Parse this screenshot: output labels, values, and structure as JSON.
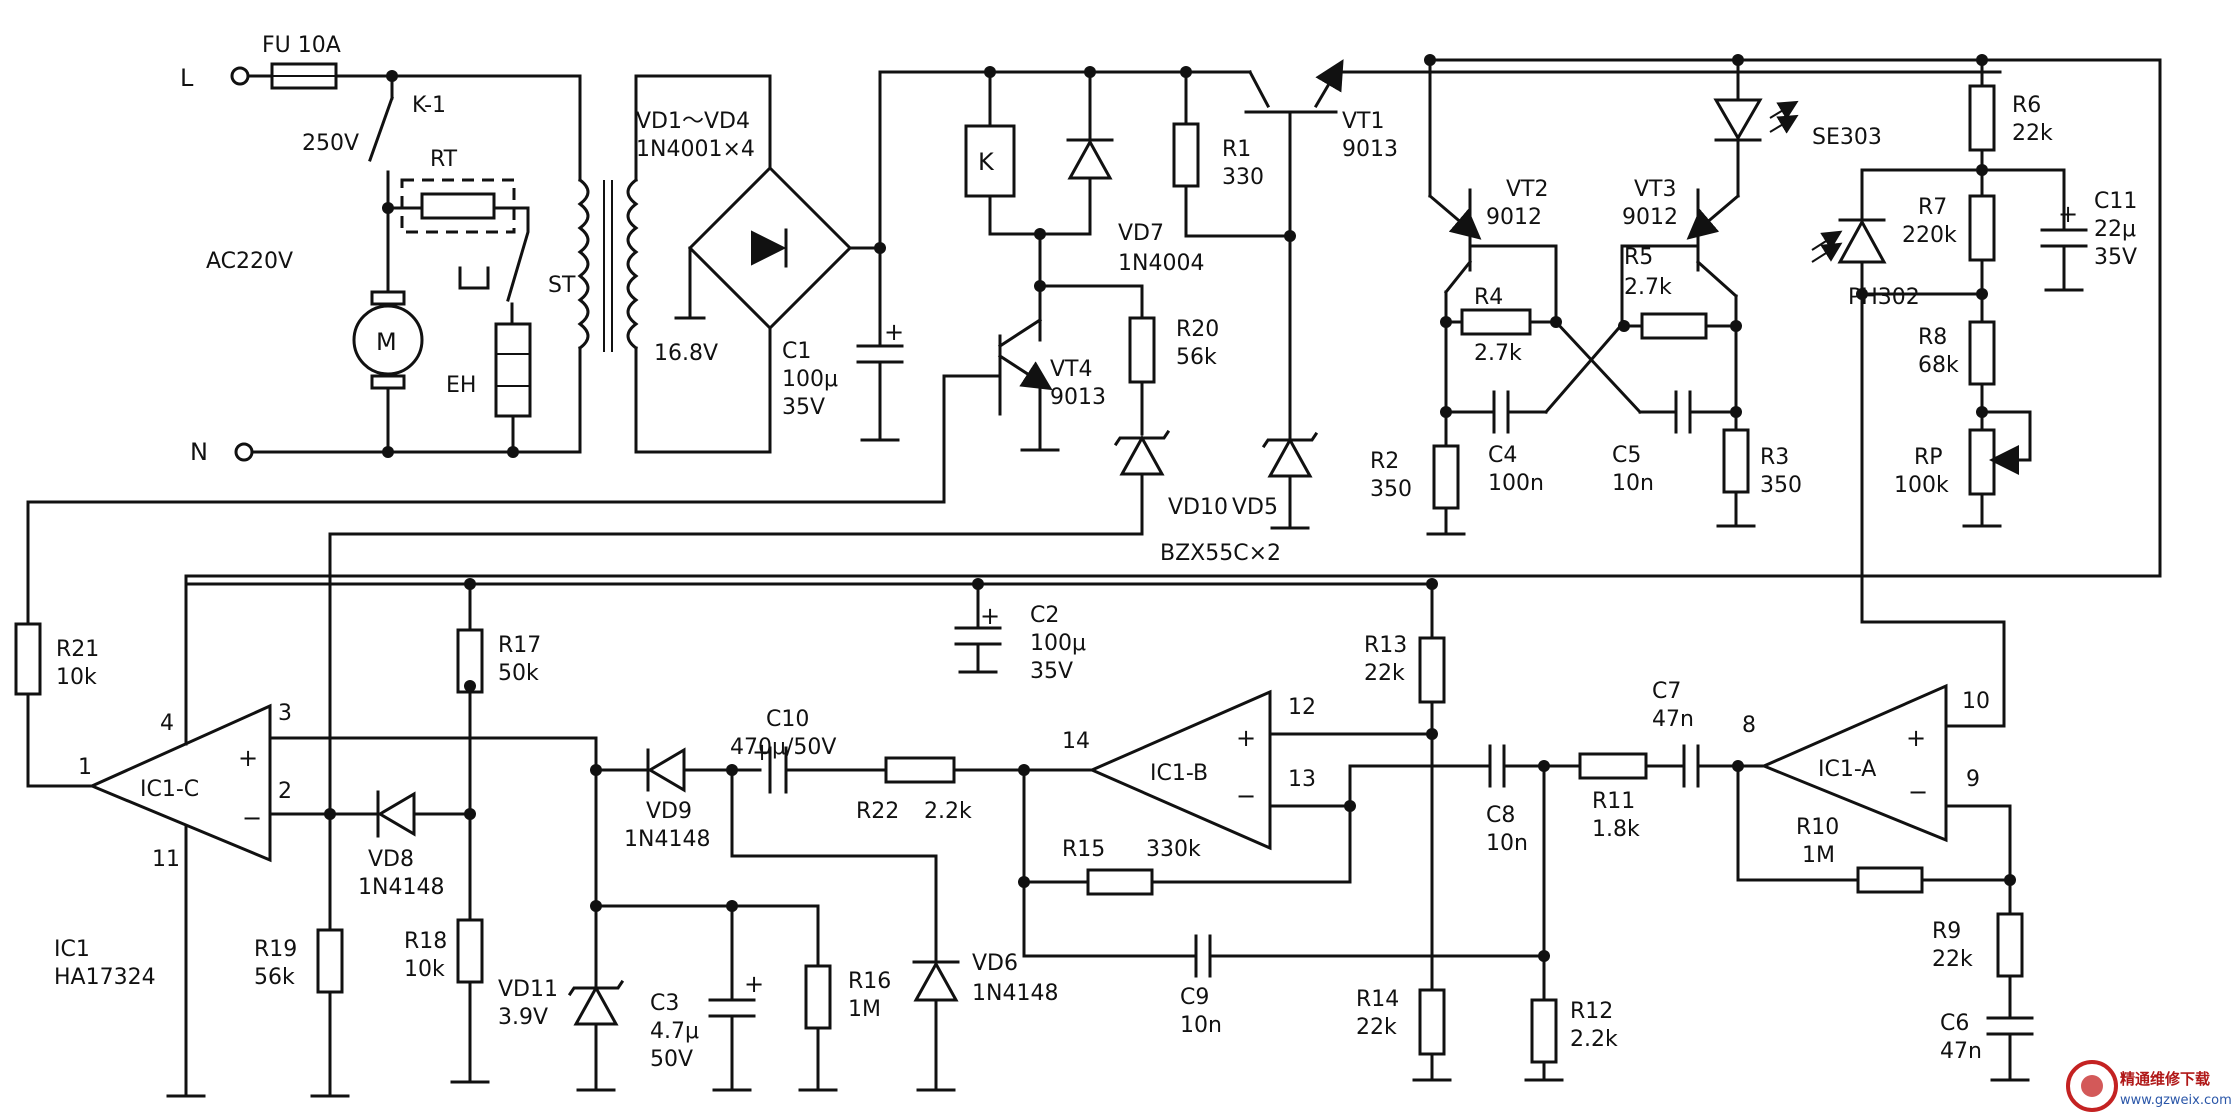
{
  "mains": {
    "live": "L",
    "neutral": "N",
    "supply": "AC220V",
    "fuse": "FU 10A",
    "relay_contact": "K-1",
    "contact_rating": "250V",
    "thermistor": "RT",
    "thermostat": "ST",
    "motor": "M",
    "heater": "EH"
  },
  "power_supply": {
    "bridge": "VD1～VD4",
    "bridge_part": "1N4001×4",
    "secondary_voltage": "16.8V",
    "c1": {
      "name": "C1",
      "value": "100μ",
      "rating": "35V"
    },
    "relay": "K",
    "vd7": {
      "name": "VD7",
      "part": "1N4004"
    },
    "r1": {
      "name": "R1",
      "value": "330"
    },
    "vt1": {
      "name": "VT1",
      "part": "9013"
    },
    "vt4": {
      "name": "VT4",
      "part": "9013"
    },
    "r20": {
      "name": "R20",
      "value": "56k"
    },
    "vd10": "VD10",
    "vd5": "VD5",
    "zener_part": "BZX55C×2"
  },
  "oscillator": {
    "vt2": {
      "name": "VT2",
      "part": "9012"
    },
    "vt3": {
      "name": "VT3",
      "part": "9012"
    },
    "r4": {
      "name": "R4",
      "value": "2.7k"
    },
    "r5": {
      "name": "R5",
      "value": "2.7k"
    },
    "r2": {
      "name": "R2",
      "value": "350"
    },
    "r3": {
      "name": "R3",
      "value": "350"
    },
    "c4": {
      "name": "C4",
      "value": "100n"
    },
    "c5": {
      "name": "C5",
      "value": "10n"
    },
    "emitter": "SE303"
  },
  "receiver": {
    "r6": {
      "name": "R6",
      "value": "22k"
    },
    "r7": {
      "name": "R7",
      "value": "220k"
    },
    "r8": {
      "name": "R8",
      "value": "68k"
    },
    "rp": {
      "name": "RP",
      "value": "100k"
    },
    "c11": {
      "name": "C11",
      "value": "22μ",
      "rating": "35V"
    },
    "detector": "PH302"
  },
  "ic1_c": {
    "label": "IC1-C",
    "pin1": "1",
    "pin2": "2",
    "pin3": "3",
    "pin4": "4",
    "pin11": "11",
    "ic_name": "IC1",
    "ic_part": "HA17324",
    "r21": {
      "name": "R21",
      "value": "10k"
    },
    "r17": {
      "name": "R17",
      "value": "50k"
    },
    "r18": {
      "name": "R18",
      "value": "10k"
    },
    "r19": {
      "name": "R19",
      "value": "56k"
    },
    "vd8": {
      "name": "VD8",
      "part": "1N4148"
    },
    "c2": {
      "name": "C2",
      "value": "100μ",
      "rating": "35V"
    }
  },
  "detector_stage": {
    "vd9": {
      "name": "VD9",
      "part": "1N4148"
    },
    "vd6": {
      "name": "VD6",
      "part": "1N4148"
    },
    "vd11": {
      "name": "VD11",
      "value": "3.9V"
    },
    "c3": {
      "name": "C3",
      "value": "4.7μ",
      "rating": "50V"
    },
    "r16": {
      "name": "R16",
      "value": "1M"
    },
    "c10": {
      "name": "C10",
      "value": "470μ/50V"
    },
    "r22": {
      "name": "R22",
      "value": "2.2k"
    }
  },
  "ic1_b": {
    "label": "IC1-B",
    "pin12": "12",
    "pin13": "13",
    "pin14": "14",
    "r15": {
      "name": "R15",
      "value": "330k"
    },
    "c9": {
      "name": "C9",
      "value": "10n"
    },
    "c8": {
      "name": "C8",
      "value": "10n"
    },
    "r13": {
      "name": "R13",
      "value": "22k"
    },
    "r14": {
      "name": "R14",
      "value": "22k"
    },
    "r12": {
      "name": "R12",
      "value": "2.2k"
    },
    "r11": {
      "name": "R11",
      "value": "1.8k"
    },
    "c7": {
      "name": "C7",
      "value": "47n"
    }
  },
  "ic1_a": {
    "label": "IC1-A",
    "pin8": "8",
    "pin9": "9",
    "pin10": "10",
    "r10": {
      "name": "R10",
      "value": "1M"
    },
    "r9": {
      "name": "R9",
      "value": "22k"
    },
    "c6": {
      "name": "C6",
      "value": "47n"
    }
  },
  "watermark": {
    "brand": "精通维修下载",
    "url": "www.gzweix.com"
  }
}
